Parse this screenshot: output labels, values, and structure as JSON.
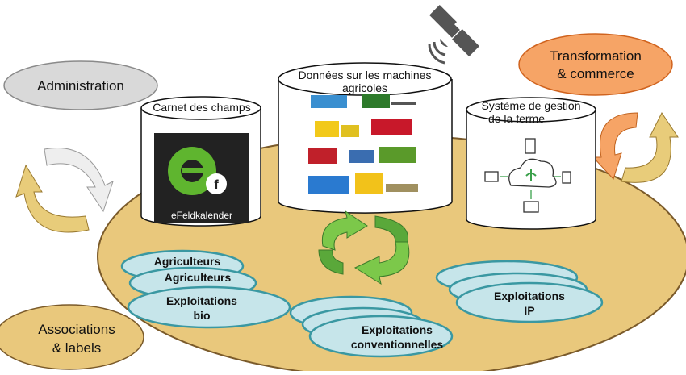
{
  "actors": {
    "administration": "Administration",
    "transformation_line1": "Transformation",
    "transformation_line2": "& commerce",
    "associations_line1": "Associations",
    "associations_line2": "& labels"
  },
  "databases": {
    "field_calendar": {
      "title": "Carnet des champs",
      "logo_text": "eFeldkalender"
    },
    "machines": {
      "title_line1": "Données sur les machines",
      "title_line2": "agricoles"
    },
    "farm_management": {
      "title_line1": "Système de gestion",
      "title_line2": "de la ferme"
    }
  },
  "farm_groups": {
    "organic": {
      "back1": "Agriculteurs",
      "back2": "Agriculteurs",
      "front_line1": "Exploitations",
      "front_line2": "bio"
    },
    "conventional": {
      "front_line1": "Exploitations",
      "front_line2": "conventionnelles"
    },
    "ip": {
      "front_line1": "Exploitations",
      "front_line2": "IP"
    }
  },
  "colors": {
    "platform": "#e9c87c",
    "platform_stroke": "#7a5a2a",
    "farm_group_fill": "#c6e5ea",
    "farm_group_stroke": "#3a98a2",
    "administration": "#d9d9d9",
    "transformation": "#f6a466",
    "cycle_green": "#5cb83a",
    "logo_green": "#5fb52f"
  }
}
